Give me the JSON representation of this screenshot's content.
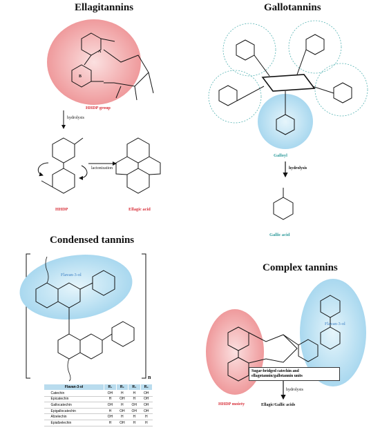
{
  "titles": {
    "ellagitannins": "Ellagitannins",
    "gallotannins": "Gallotannins",
    "condensed": "Condensed tannins",
    "complex": "Complex tannins"
  },
  "ellagitannins": {
    "hhdp_group": "HHDP group",
    "hydrolysis": "hydrolysis",
    "lactonization": "lactonization",
    "hhdp": "HHDP",
    "ellagic_acid": "Ellagic acid",
    "ring_a": "A",
    "ring_b": "B"
  },
  "gallotannins": {
    "galloyl": "Galloyl",
    "hydrolysis": "hydrolysis",
    "gallic_acid": "Gallic acid"
  },
  "condensed": {
    "flavan3ol": "Flavan-3-ol",
    "n": "n",
    "table": {
      "headers": [
        "Flavan-3-ol",
        "R₁",
        "R₂",
        "R₃",
        "R₄"
      ],
      "rows": [
        [
          "Catechin",
          "OH",
          "H",
          "H",
          "OH"
        ],
        [
          "Epicatechin",
          "H",
          "OH",
          "H",
          "OH"
        ],
        [
          "Gallocatechin",
          "OH",
          "H",
          "OH",
          "OH"
        ],
        [
          "Epigallocatechin",
          "H",
          "OH",
          "OH",
          "OH"
        ],
        [
          "Afzelechin",
          "OH",
          "H",
          "H",
          "H"
        ],
        [
          "Epiafzelechin",
          "H",
          "OH",
          "H",
          "H"
        ]
      ]
    }
  },
  "complex": {
    "flavan3ol": "Flavan-3-ol",
    "hhdp_moiety": "HHDP moiety",
    "note": "Sugar-bridged catechin and ellagotannin/gallotannin units",
    "hydrolysis": "hydrolysis",
    "product": "Ellagic/Gallic acids"
  },
  "colors": {
    "red_fill": "#f2a5a7",
    "blue_fill": "#bfe3f3",
    "red_text": "#d8303a",
    "teal_text": "#2c9a9a",
    "blue_text": "#3b7fc4"
  }
}
